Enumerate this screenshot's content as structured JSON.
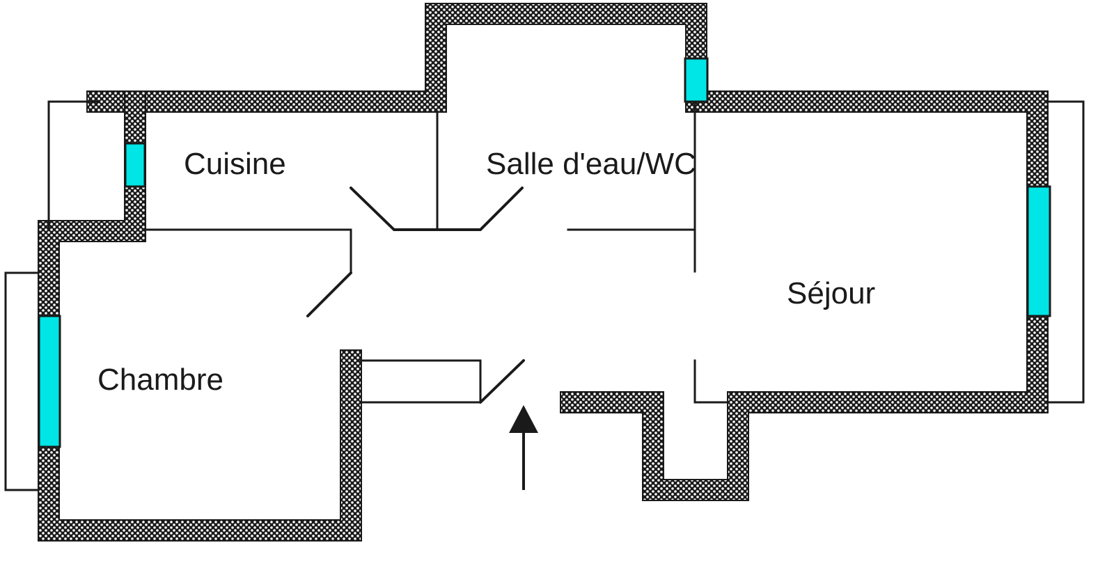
{
  "rooms": {
    "cuisine": "Cuisine",
    "salle_eau": "Salle d'eau/WC",
    "sejour": "Séjour",
    "chambre": "Chambre"
  },
  "colors": {
    "window": "#00e5e5",
    "wall": "#1a1a1a",
    "background": "#ffffff"
  },
  "icons": {
    "entrance": "arrow-up-icon"
  }
}
